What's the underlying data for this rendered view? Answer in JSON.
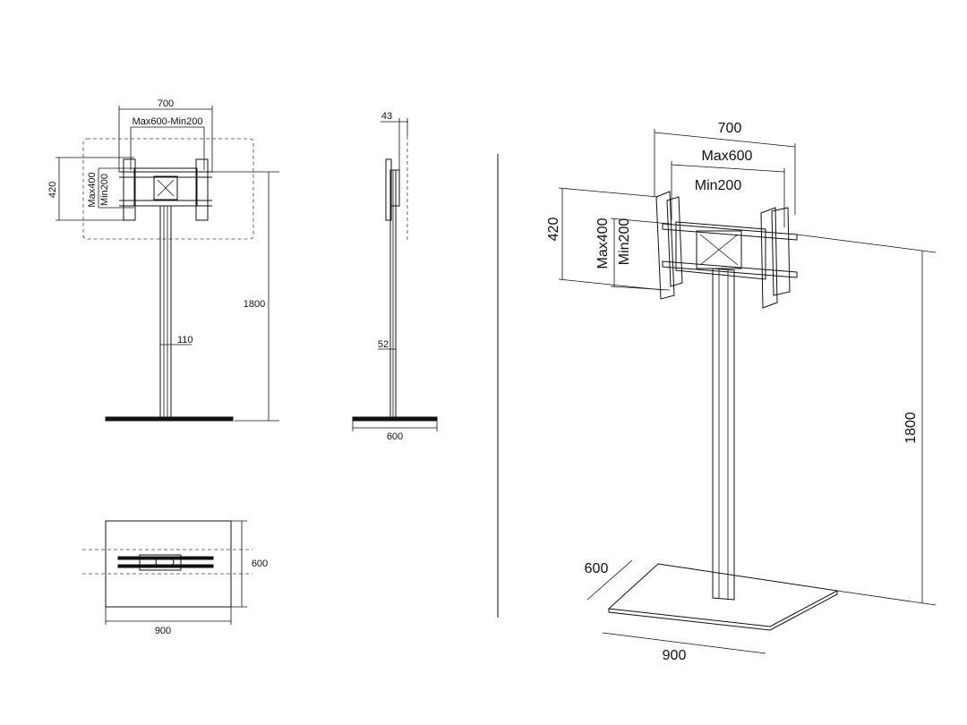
{
  "front_view": {
    "width_label": "700",
    "vesa_width_label": "Max600-Min200",
    "height_label": "420",
    "vesa_max_label": "Max400",
    "vesa_min_label": "Min200",
    "total_height_label": "1800",
    "pole_label": "110"
  },
  "side_view": {
    "depth_label": "43",
    "pole_label": "52",
    "base_label": "600"
  },
  "top_view": {
    "width_label": "900",
    "depth_label": "600"
  },
  "iso_view": {
    "width_label": "700",
    "vesa_width_max_label": "Max600",
    "vesa_width_min_label": "Min200",
    "height_label": "420",
    "vesa_max_label": "Max400",
    "vesa_min_label": "Min200",
    "total_height_label": "1800",
    "base_depth_label": "600",
    "base_width_label": "900"
  }
}
